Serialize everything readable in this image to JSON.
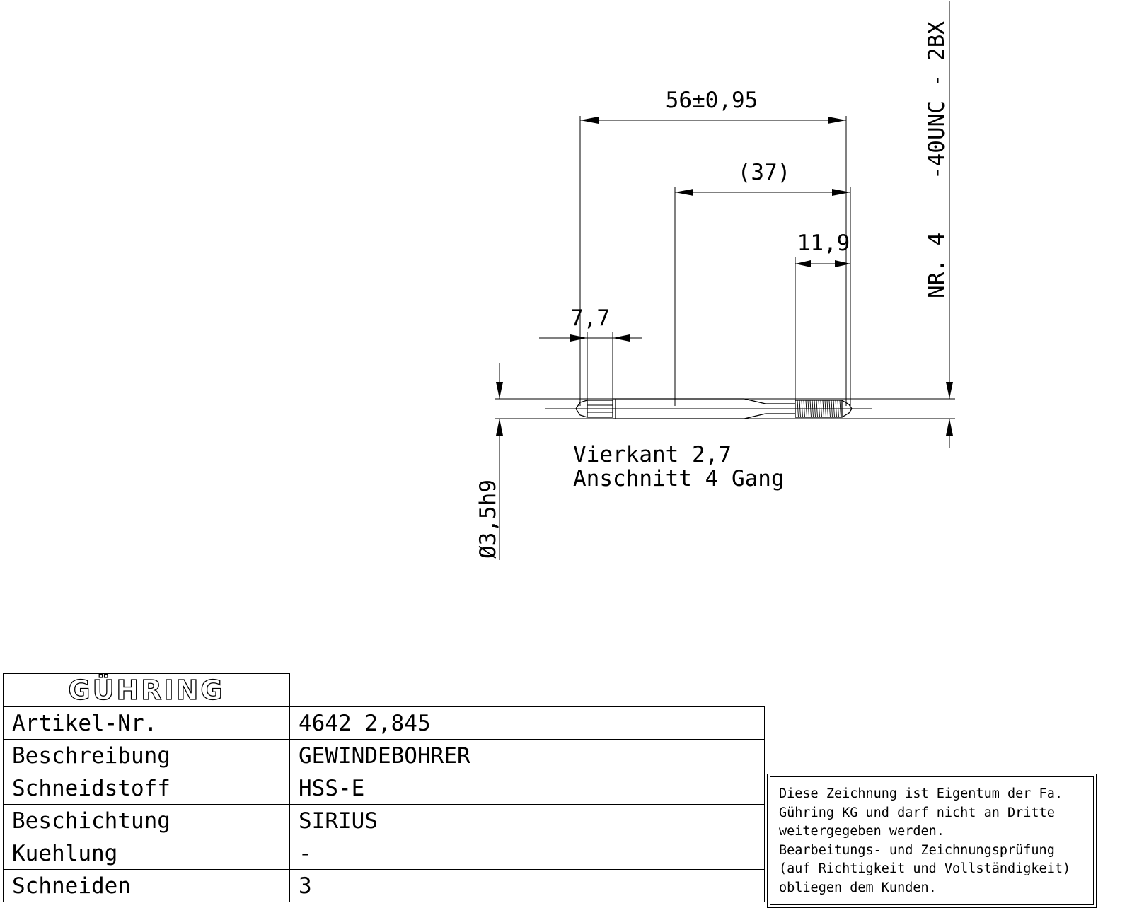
{
  "drawing": {
    "dimensions": {
      "overall_length": "56±0,95",
      "reference_length": "(37)",
      "thread_length": "11,9",
      "square_length": "7,7",
      "shank_diameter": "Ø3,5h9",
      "thread_designation": "NR. 4    -40UNC - 2BX"
    },
    "notes": {
      "square": "Vierkant 2,7",
      "chamfer": "Anschnitt 4 Gang"
    }
  },
  "title_block": {
    "logo": "GÜHRING",
    "rows": [
      {
        "label": "Artikel-Nr.",
        "value": "4642 2,845"
      },
      {
        "label": "Beschreibung",
        "value": "GEWINDEBOHRER"
      },
      {
        "label": "Schneidstoff",
        "value": "HSS-E"
      },
      {
        "label": "Beschichtung",
        "value": "SIRIUS"
      },
      {
        "label": "Kuehlung",
        "value": "-"
      },
      {
        "label": "Schneiden",
        "value": "3"
      }
    ]
  },
  "disclaimer": {
    "text": "Diese Zeichnung ist Eigentum der Fa.\nGühring KG und darf nicht an Dritte\nweitergegeben werden.\nBearbeitungs- und Zeichnungsprüfung\n(auf Richtigkeit und Vollständigkeit)\nobliegen dem Kunden."
  }
}
